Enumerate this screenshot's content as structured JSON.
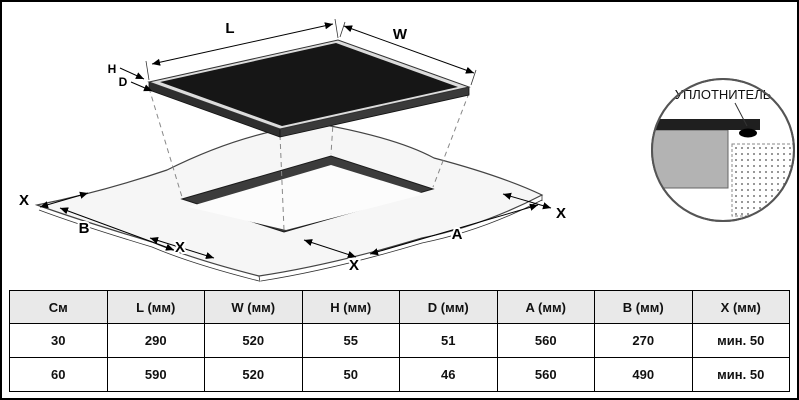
{
  "diagram": {
    "labels": {
      "L": "L",
      "W": "W",
      "H": "H",
      "D": "D",
      "B": "B",
      "A": "A",
      "X_left": "X",
      "X_bottom_left": "X",
      "X_bottom_center": "X",
      "X_right": "X"
    },
    "detail": {
      "seal_label": "УПЛОТНИТЕЛЬ"
    },
    "colors": {
      "glass": "#1a1a1a",
      "rim": "#dcdcdc",
      "countertop": "#f6f6f6",
      "cutout_wall": "#3c3c3c"
    }
  },
  "table": {
    "headers": [
      "См",
      "L (мм)",
      "W (мм)",
      "H (мм)",
      "D (мм)",
      "A (мм)",
      "B (мм)",
      "X (мм)"
    ],
    "rows": [
      [
        "30",
        "290",
        "520",
        "55",
        "51",
        "560",
        "270",
        "мин. 50"
      ],
      [
        "60",
        "590",
        "520",
        "50",
        "46",
        "560",
        "490",
        "мин. 50"
      ]
    ]
  }
}
